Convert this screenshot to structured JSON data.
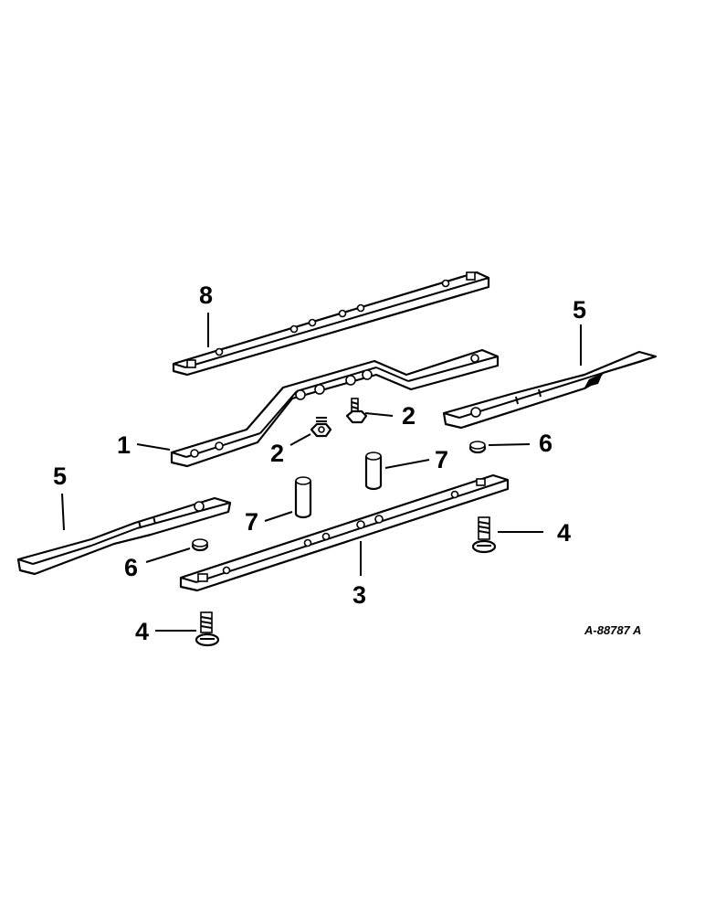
{
  "diagram": {
    "reference_number": "A-88787 A",
    "callouts": [
      {
        "id": "c8",
        "label": "8"
      },
      {
        "id": "c5-right",
        "label": "5"
      },
      {
        "id": "c2-upper",
        "label": "2"
      },
      {
        "id": "c2-lower",
        "label": "2"
      },
      {
        "id": "c1",
        "label": "1"
      },
      {
        "id": "c6-right",
        "label": "6"
      },
      {
        "id": "c7-right",
        "label": "7"
      },
      {
        "id": "c5-left",
        "label": "5"
      },
      {
        "id": "c7-left",
        "label": "7"
      },
      {
        "id": "c4-right",
        "label": "4"
      },
      {
        "id": "c6-left",
        "label": "6"
      },
      {
        "id": "c3",
        "label": "3"
      },
      {
        "id": "c4-left",
        "label": "4"
      }
    ]
  }
}
